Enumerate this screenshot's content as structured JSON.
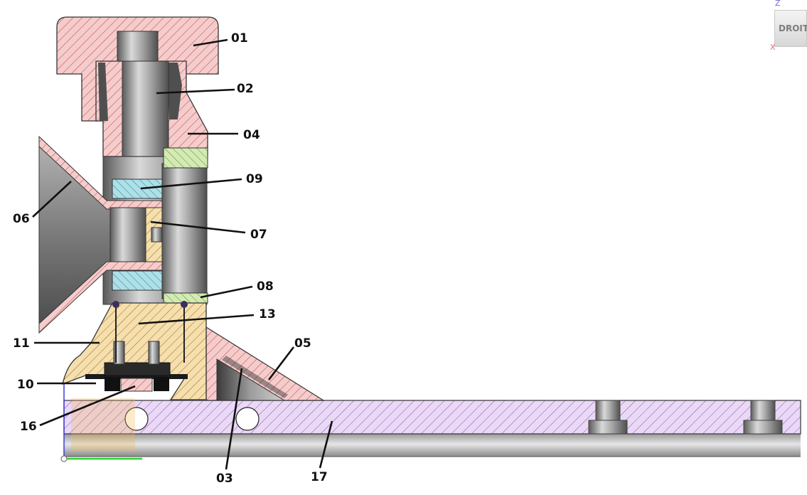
{
  "viewcube": {
    "face_label": "DROITE",
    "axis_z": "Z",
    "axis_x": "X"
  },
  "callouts": {
    "c01": "01",
    "c02": "02",
    "c03": "03",
    "c04": "04",
    "c05": "05",
    "c06": "06",
    "c07": "07",
    "c08": "08",
    "c09": "09",
    "c10": "10",
    "c11": "11",
    "c13": "13",
    "c16": "16",
    "c17": "17"
  },
  "colors": {
    "knob_red": "#f3c9c9",
    "hatch_red": "#c24a4a",
    "green": "#cfe6b0",
    "cyan": "#a8dde6",
    "yellow": "#f6deaa",
    "purple": "#e8d6f4",
    "steel_dark": "#6e6e6e",
    "steel_light": "#d8d8d8"
  }
}
